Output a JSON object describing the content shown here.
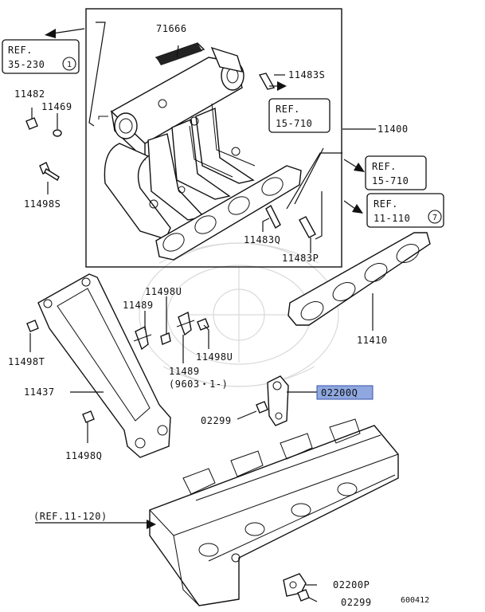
{
  "callouts": {
    "c11400": "11400",
    "c71666": "71666",
    "c11483s": "11483S",
    "c11483q": "11483Q",
    "c11483p": "11483P",
    "c11482": "11482",
    "c11469": "11469",
    "c11498s": "11498S",
    "c11410": "11410",
    "c11498u_top": "11498U",
    "c11489_top": "11489",
    "c11498u_bot": "11498U",
    "c11489_bot": "11489",
    "c9603": "(9603・1-)",
    "c11498t": "11498T",
    "c11437": "11437",
    "c11498q": "11498Q",
    "c02299_top": "02299",
    "c02200q": "02200Q",
    "c02200p": "02200P",
    "c02299_bot": "02299"
  },
  "refs": {
    "r1_a": "REF.",
    "r1_b": "35-230",
    "r1_circ": "1",
    "r2_a": "REF.",
    "r2_b": "15-710",
    "r3_a": "REF.",
    "r3_b": "15-710",
    "r4_a": "REF.",
    "r4_b": "11-110",
    "r4_circ": "7",
    "r5": "(REF.11-120)"
  },
  "diagram_id": "600412",
  "highlight": {
    "part": "02200Q",
    "color": "#8fa8e0"
  }
}
